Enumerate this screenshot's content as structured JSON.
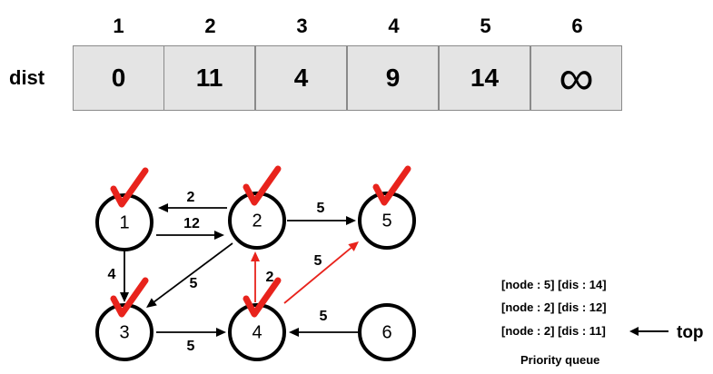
{
  "dist_table": {
    "row_label": "dist",
    "indices": [
      "1",
      "2",
      "3",
      "4",
      "5",
      "6"
    ],
    "values": [
      "0",
      "11",
      "4",
      "9",
      "14",
      "∞"
    ]
  },
  "graph": {
    "nodes": [
      {
        "id": "1",
        "visited": true
      },
      {
        "id": "2",
        "visited": true
      },
      {
        "id": "5",
        "visited": true
      },
      {
        "id": "3",
        "visited": true
      },
      {
        "id": "4",
        "visited": true
      },
      {
        "id": "6",
        "visited": false
      }
    ],
    "edges": [
      {
        "from": "2",
        "to": "1",
        "weight": "2",
        "highlight": false
      },
      {
        "from": "1",
        "to": "2",
        "weight": "12",
        "highlight": false
      },
      {
        "from": "2",
        "to": "5",
        "weight": "5",
        "highlight": false
      },
      {
        "from": "1",
        "to": "3",
        "weight": "4",
        "highlight": false
      },
      {
        "from": "2",
        "to": "3",
        "weight": "5",
        "highlight": false
      },
      {
        "from": "4",
        "to": "2",
        "weight": "2",
        "highlight": true
      },
      {
        "from": "4",
        "to": "5",
        "weight": "5",
        "highlight": true
      },
      {
        "from": "3",
        "to": "4",
        "weight": "5",
        "highlight": false
      },
      {
        "from": "6",
        "to": "4",
        "weight": "5",
        "highlight": false
      }
    ],
    "colors": {
      "edge": "#000000",
      "highlight": "#e8231c",
      "check": "#e8231c",
      "node_stroke": "#000000"
    }
  },
  "priority_queue": {
    "items": [
      "[node : 5] [dis : 14]",
      "[node : 2] [dis : 12]",
      "[node : 2] [dis : 11]"
    ],
    "caption": "Priority queue",
    "top_label": "top"
  }
}
